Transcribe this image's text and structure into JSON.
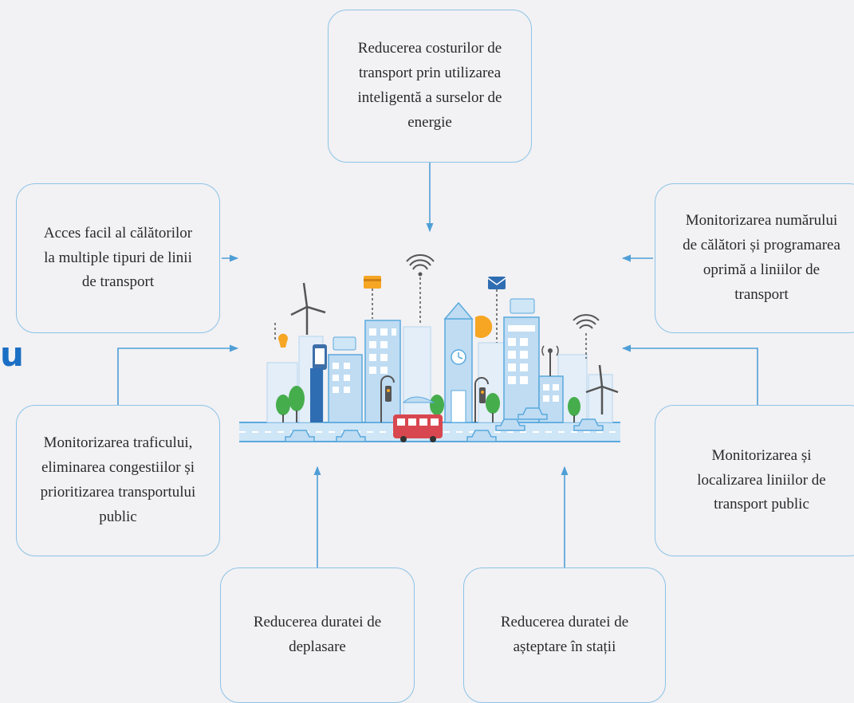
{
  "side_letter": "u",
  "boxes": {
    "top": [
      "Reducerea costurilor de",
      "transport prin utilizarea",
      "inteligentă a surselor de",
      "energie"
    ],
    "left1": [
      "Acces facil al călătorilor",
      "la multiple tipuri de linii",
      "de transport"
    ],
    "right1": [
      "Monitorizarea numărului",
      "de călători și programarea",
      "oprimă a liniilor de",
      "transport"
    ],
    "left2": [
      "Monitorizarea traficului,",
      "eliminarea congestiilor și",
      "prioritizarea transportului",
      "public"
    ],
    "right2": [
      "Monitorizarea și",
      "localizarea liniilor de",
      "transport public"
    ],
    "bottom1": [
      "Reducerea duratei de",
      "deplasare"
    ],
    "bottom2": [
      "Reducerea duratei de",
      "așteptare în stații"
    ]
  },
  "colors": {
    "background": "#f2f1f4",
    "box_border": "#8cc4e6",
    "arrow": "#4f9fd6",
    "accent_blue": "#1b6fc4",
    "bus_red": "#d8474f",
    "tree_green": "#46ad4d",
    "sun_orange": "#f6a623"
  },
  "illustration": "smart-city-skyline"
}
